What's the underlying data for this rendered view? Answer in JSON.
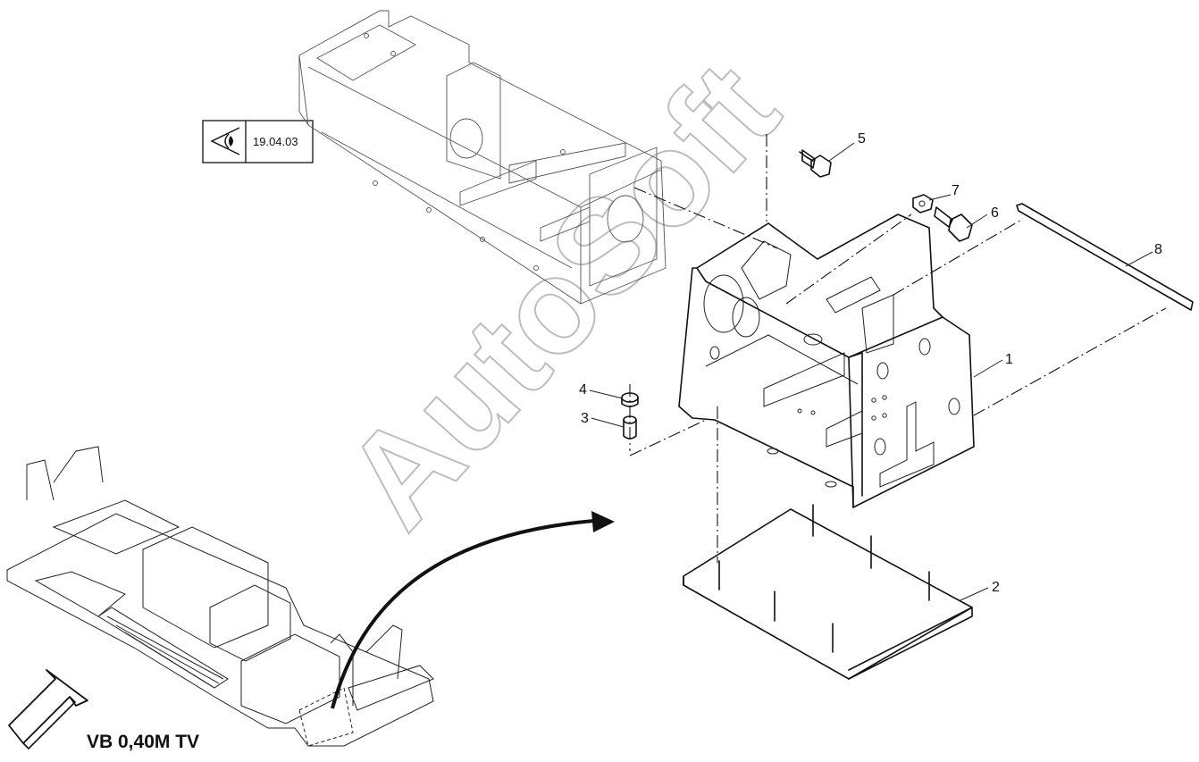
{
  "reference": {
    "icon": "view-eye-icon",
    "label": "19.04.03"
  },
  "watermark": "AutoSoft",
  "model_label": "VB 0,40M TV",
  "callouts": [
    "1",
    "2",
    "3",
    "4",
    "5",
    "6",
    "7",
    "8"
  ]
}
